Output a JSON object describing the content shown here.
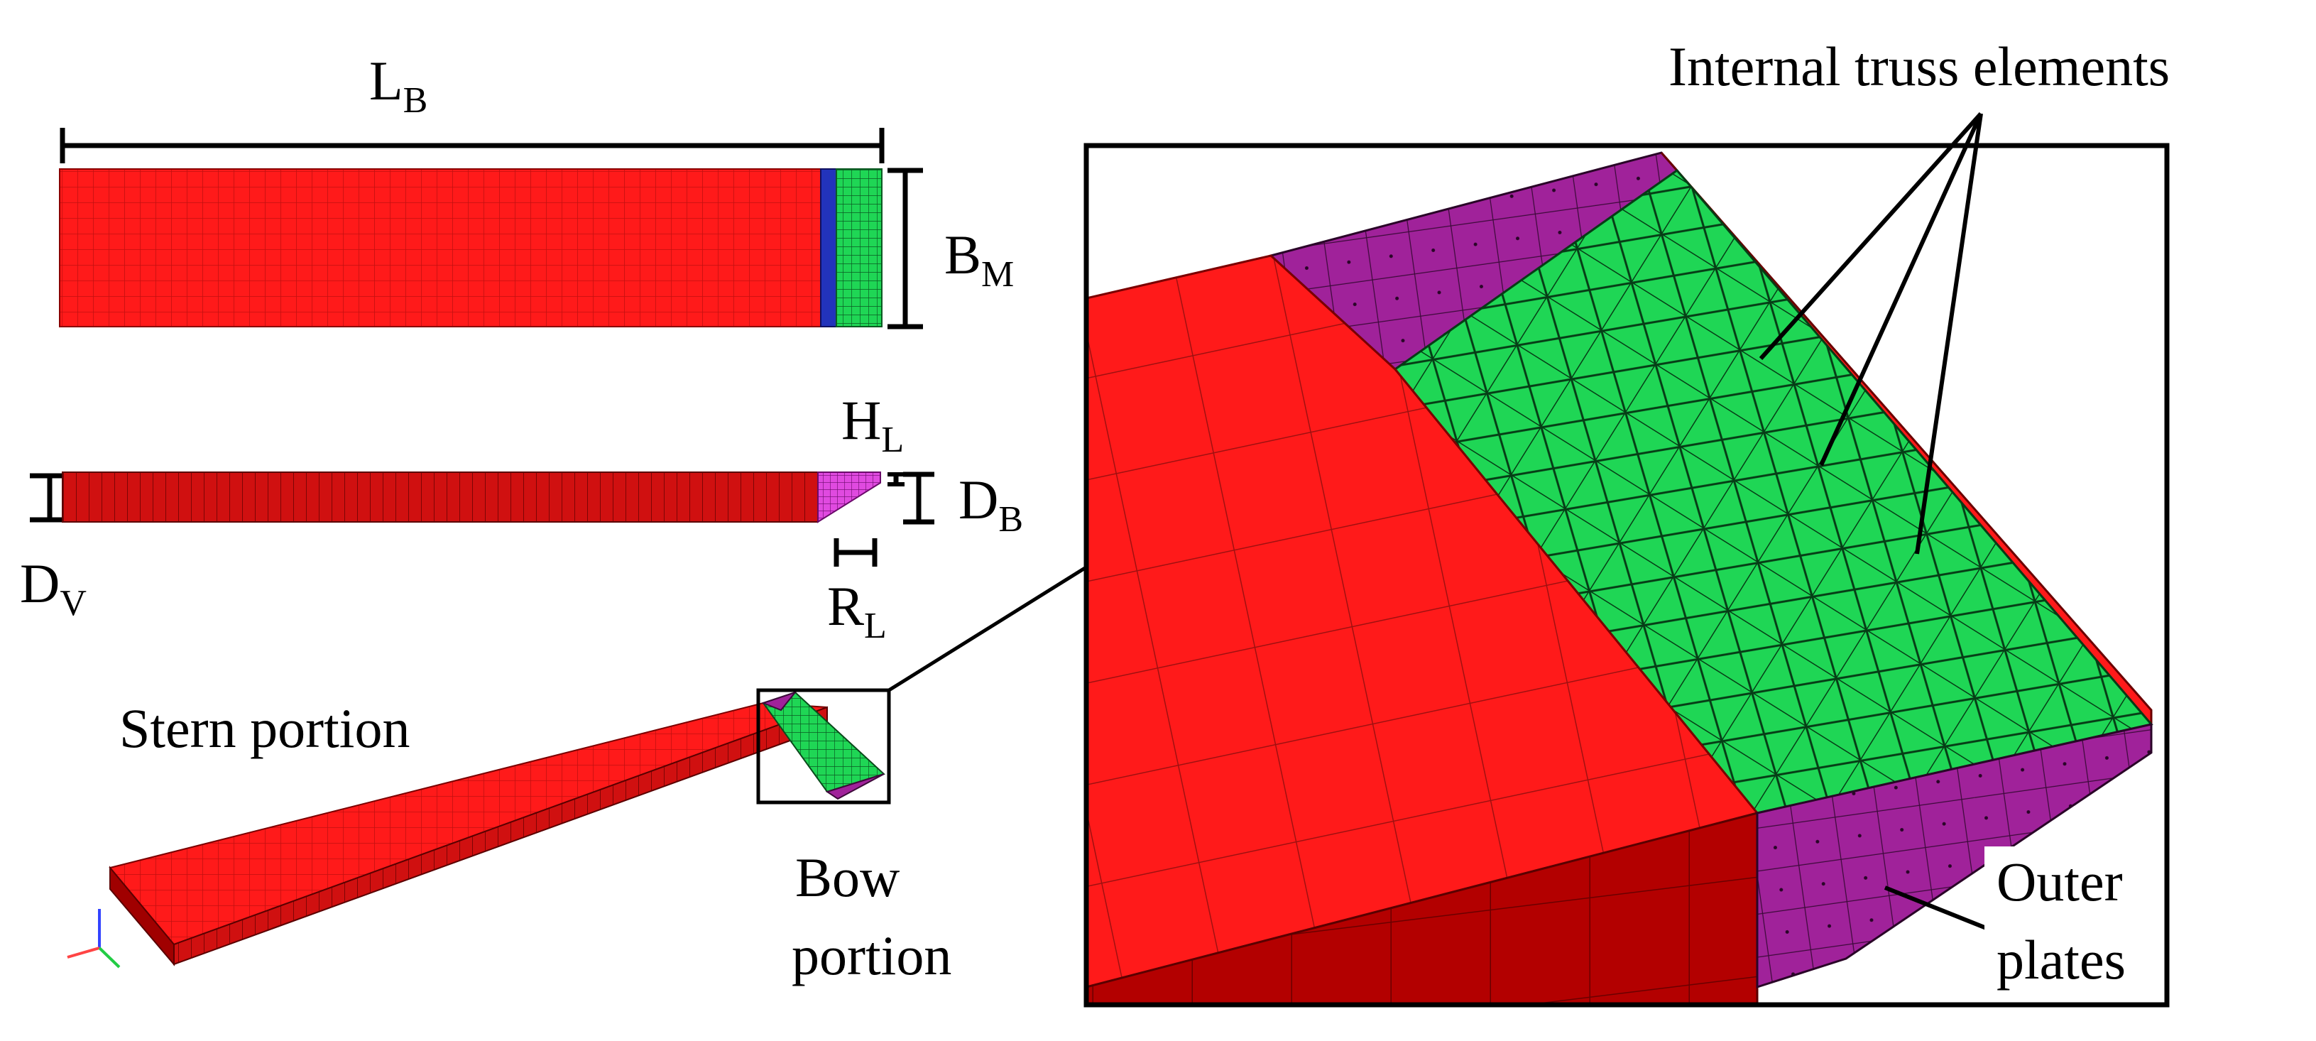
{
  "labels": {
    "length_main": "L",
    "length_main_sub": "B",
    "breadth": "B",
    "breadth_sub": "M",
    "hull_depth": "D",
    "hull_depth_sub": "V",
    "bow_height": "H",
    "bow_height_sub": "L",
    "bow_depth": "D",
    "bow_depth_sub": "B",
    "ramp_length": "R",
    "ramp_length_sub": "L",
    "stern": "Stern portion",
    "bow_line1": "Bow",
    "bow_line2": "portion",
    "truss": "Internal truss elements",
    "outer_line1": "Outer",
    "outer_line2": "plates"
  },
  "colors": {
    "hull_red": "#ff1a1a",
    "hull_dark_red": "#b30000",
    "truss_green": "#1fd655",
    "plate_magenta": "#a0229a",
    "plate_pink": "#e04ae0",
    "blue_band": "#2233bb",
    "mesh_line": "#5a0000"
  }
}
